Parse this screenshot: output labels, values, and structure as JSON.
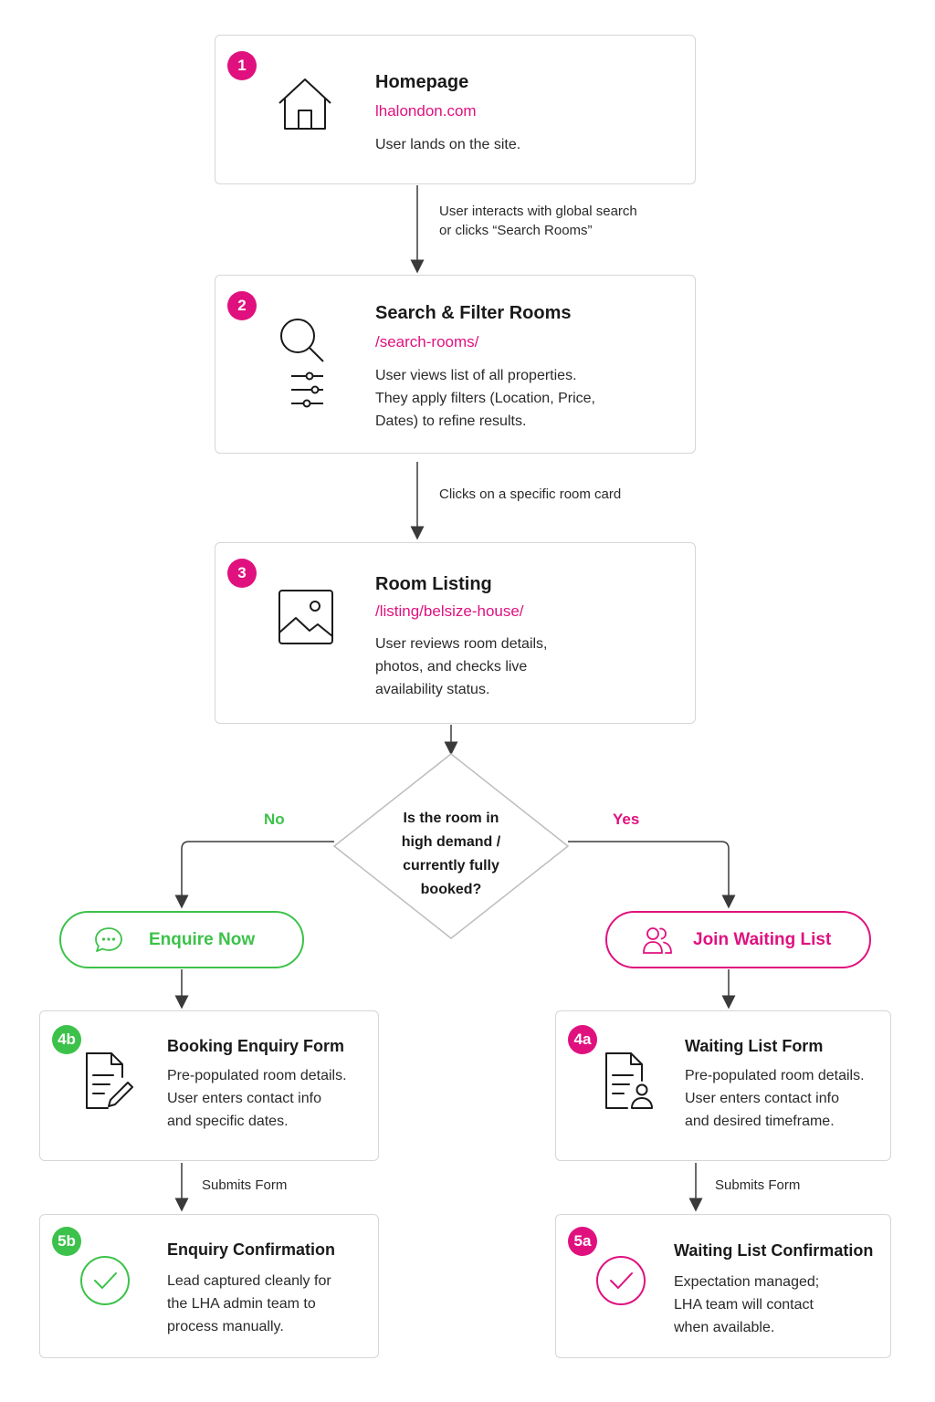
{
  "colors": {
    "accent_pink": "#e0117f",
    "accent_green": "#3cc24a",
    "border": "#d6d6d6",
    "connector": "#3a3a3a"
  },
  "steps": {
    "s1": {
      "badge": "1",
      "icon": "house-icon",
      "title": "Homepage",
      "url": "lhalondon.com",
      "desc": [
        "User lands on the site."
      ]
    },
    "s2": {
      "badge": "2",
      "icon": "search-filter-icon",
      "title": "Search & Filter Rooms",
      "url": "/search-rooms/",
      "desc": [
        "User views list of all properties.",
        "They apply filters (Location, Price,",
        "Dates) to refine results."
      ]
    },
    "s3": {
      "badge": "3",
      "icon": "image-icon",
      "title": "Room Listing",
      "url": "/listing/belsize-house/",
      "desc": [
        "User reviews room details,",
        "photos, and checks live",
        "availability status."
      ]
    },
    "s4b": {
      "badge": "4b",
      "icon": "document-edit-icon",
      "title": "Booking Enquiry Form",
      "desc": [
        "Pre-populated room details.",
        "User enters contact info",
        "and specific dates."
      ]
    },
    "s4a": {
      "badge": "4a",
      "icon": "document-user-icon",
      "title": "Waiting List Form",
      "desc": [
        "Pre-populated room details.",
        "User enters contact info",
        "and desired timeframe."
      ]
    },
    "s5b": {
      "badge": "5b",
      "icon": "check-circle-icon",
      "title": "Enquiry Confirmation",
      "desc": [
        "Lead captured cleanly for",
        "the LHA admin team to",
        "process manually."
      ]
    },
    "s5a": {
      "badge": "5a",
      "icon": "check-circle-icon",
      "title": "Waiting List Confirmation",
      "desc": [
        "Expectation managed;",
        "LHA team will contact",
        "when available."
      ]
    }
  },
  "edges": {
    "e1": [
      "User interacts with global search",
      "or clicks “Search Rooms”"
    ],
    "e2": [
      "Clicks on a specific room card"
    ],
    "e_left": "Submits Form",
    "e_right": "Submits Form"
  },
  "decision": {
    "question": [
      "Is the room in",
      "high demand /",
      "currently fully",
      "booked?"
    ],
    "no_label": "No",
    "yes_label": "Yes"
  },
  "actions": {
    "enquire": {
      "label": "Enquire Now",
      "icon": "chat-bubble-icon"
    },
    "waitlist": {
      "label": "Join Waiting List",
      "icon": "users-icon"
    }
  }
}
